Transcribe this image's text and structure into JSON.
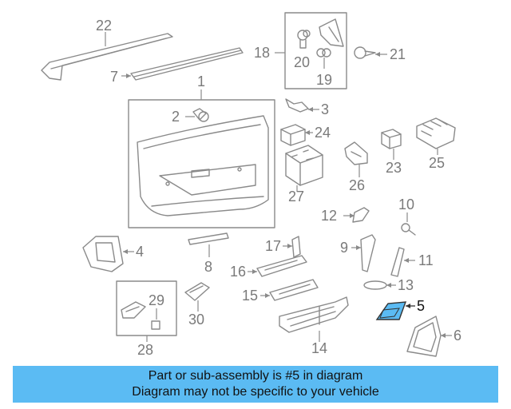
{
  "callouts": [
    {
      "id": "1",
      "label": "1"
    },
    {
      "id": "2",
      "label": "2"
    },
    {
      "id": "3",
      "label": "3"
    },
    {
      "id": "4",
      "label": "4"
    },
    {
      "id": "5",
      "label": "5"
    },
    {
      "id": "6",
      "label": "6"
    },
    {
      "id": "7",
      "label": "7"
    },
    {
      "id": "8",
      "label": "8"
    },
    {
      "id": "9",
      "label": "9"
    },
    {
      "id": "10",
      "label": "10"
    },
    {
      "id": "11",
      "label": "11"
    },
    {
      "id": "12",
      "label": "12"
    },
    {
      "id": "13",
      "label": "13"
    },
    {
      "id": "14",
      "label": "14"
    },
    {
      "id": "15",
      "label": "15"
    },
    {
      "id": "16",
      "label": "16"
    },
    {
      "id": "17",
      "label": "17"
    },
    {
      "id": "18",
      "label": "18"
    },
    {
      "id": "19",
      "label": "19"
    },
    {
      "id": "20",
      "label": "20"
    },
    {
      "id": "21",
      "label": "21"
    },
    {
      "id": "22",
      "label": "22"
    },
    {
      "id": "23",
      "label": "23"
    },
    {
      "id": "24",
      "label": "24"
    },
    {
      "id": "25",
      "label": "25"
    },
    {
      "id": "26",
      "label": "26"
    },
    {
      "id": "27",
      "label": "27"
    },
    {
      "id": "28",
      "label": "28"
    },
    {
      "id": "29",
      "label": "29"
    },
    {
      "id": "30",
      "label": "30"
    }
  ],
  "highlighted_part": "5",
  "colors": {
    "highlight_fill": "#5bbbf3",
    "line": "#8a8a8a",
    "banner": "#5bbbf3"
  },
  "banner": {
    "line1": "Part or sub-assembly is #5 in diagram",
    "line2": "Diagram may not be specific to your vehicle"
  }
}
